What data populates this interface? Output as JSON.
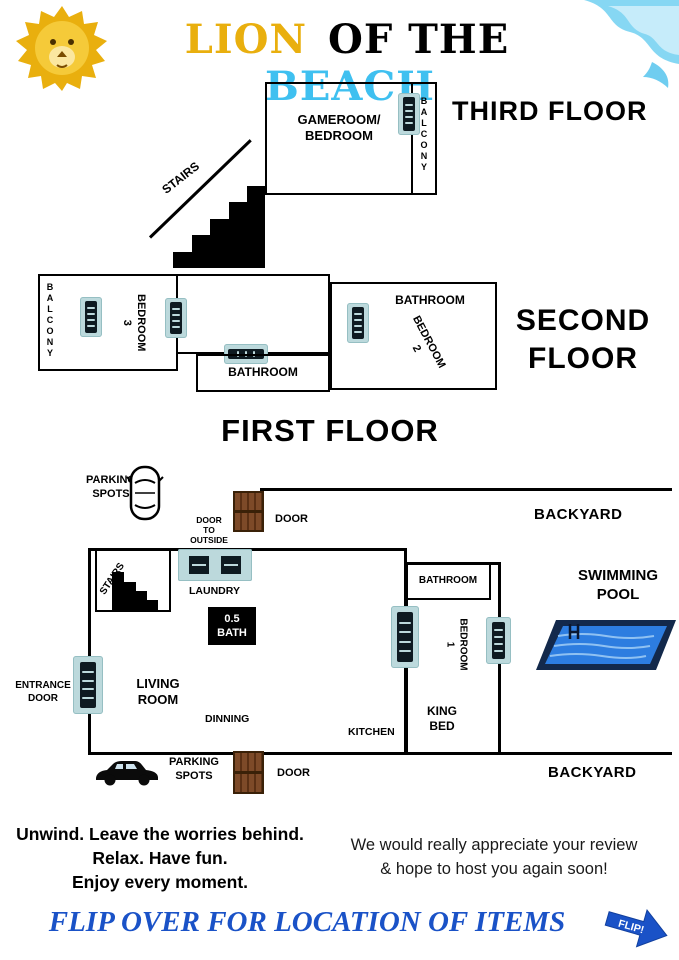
{
  "header": {
    "title": {
      "lion": "LION",
      "of_the": "OF THE",
      "beach": "BEACH"
    }
  },
  "third_floor": {
    "label": "THIRD FLOOR",
    "gameroom_bedroom": "GAMEROOM/\nBEDROOM",
    "balcony": "BALCONY",
    "stairs": "STAIRS"
  },
  "second_floor": {
    "label": "SECOND\nFLOOR",
    "balcony": "BALCONY",
    "bedroom_3": "BEDROOM\n3",
    "bathroom_upper": "BATHROOM",
    "bedroom_2": "BEDROOM\n2",
    "bathroom_lower": "BATHROOM"
  },
  "first_floor": {
    "label": "FIRST FLOOR",
    "parking_spots_top": "PARKING\nSPOTS",
    "door_to_outside": "DOOR\nTO\nOUTSIDE",
    "door_top": "DOOR",
    "backyard_top": "BACKYARD",
    "stairs": "STAIRS",
    "laundry": "LAUNDRY",
    "half_bath": "0.5\nBATH",
    "bathroom": "BATHROOM",
    "bedroom_1": "BEDROOM\n1",
    "swimming_pool": "SWIMMING\nPOOL",
    "entrance_door": "ENTRANCE\nDOOR",
    "living_room": "LIVING\nROOM",
    "dinning": "DINNING",
    "kitchen": "KITCHEN",
    "king_bed": "KING\nBED",
    "parking_spots_bottom": "PARKING\nSPOTS",
    "door_bottom": "DOOR",
    "backyard_bottom": "BACKYARD"
  },
  "footer": {
    "message_left": "Unwind. Leave the worries behind.\nRelax. Have fun.\nEnjoy every moment.",
    "message_right": "We would really appreciate your review\n& hope to host you again soon!",
    "flip_over": "FLIP OVER FOR LOCATION OF ITEMS",
    "flip_badge": "FLIP!"
  },
  "colors": {
    "gold": "#E9AF0E",
    "beach_blue": "#3FC0F0",
    "flip_blue": "#1A52C7",
    "door_fill": "#BCD9DC",
    "door_panel": "#0E1A21",
    "wood_brown": "#7D4A28",
    "pool_rim": "#13294B",
    "pool_water": "#2D7DE0"
  },
  "icons": {
    "lion-logo": "svg-lion-head",
    "wave-icon": "svg-wave-swoosh",
    "door-icon": "css-louvered-door",
    "wood-door-icon": "css-plank-door",
    "laundry-machines-icon": "css-washer-dryer",
    "car-top-view-icon": "svg-car-outline",
    "car-side-view-icon": "svg-car-silhouette",
    "pool-icon": "svg-pool-perspective",
    "stairs-icon": "svg-black-steps",
    "flip-arrow-icon": "svg-block-arrow"
  }
}
